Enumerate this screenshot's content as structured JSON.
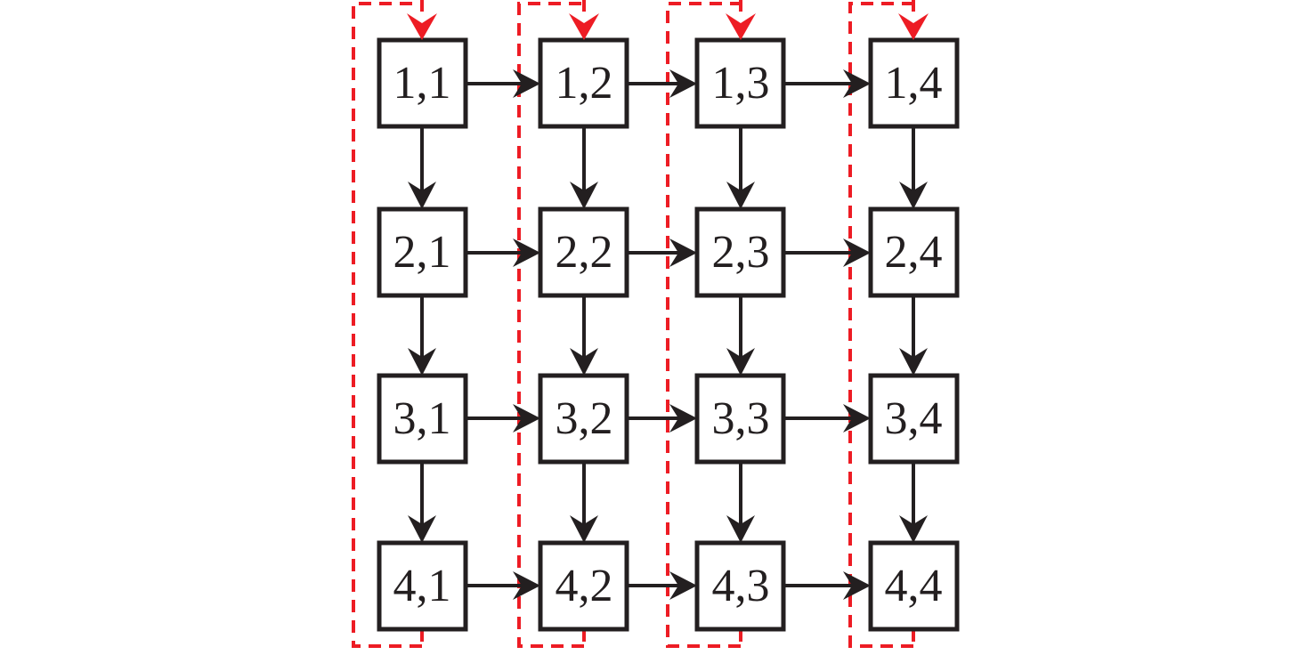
{
  "figure": {
    "type": "diagram",
    "description": "4x4 mesh array of nodes with rightward and downward black arrows between neighbors and a red dashed wrap-around feedback loop per column from the bottom node back into the top node",
    "rows": 4,
    "cols": 4,
    "node_labels": [
      [
        "1,1",
        "1,2",
        "1,3",
        "1,4"
      ],
      [
        "2,1",
        "2,2",
        "2,3",
        "2,4"
      ],
      [
        "3,1",
        "3,2",
        "3,3",
        "3,4"
      ],
      [
        "4,1",
        "4,2",
        "4,3",
        "4,4"
      ]
    ],
    "edges": {
      "horizontal_arrows": [
        "1,1→1,2",
        "1,2→1,3",
        "1,3→1,4",
        "2,1→2,2",
        "2,2→2,3",
        "2,3→2,4",
        "3,1→3,2",
        "3,2→3,3",
        "3,3→3,4",
        "4,1→4,2",
        "4,2→4,3",
        "4,3→4,4"
      ],
      "vertical_arrows": [
        "1,1→2,1",
        "2,1→3,1",
        "3,1→4,1",
        "1,2→2,2",
        "2,2→3,2",
        "3,2→4,2",
        "1,3→2,3",
        "2,3→3,3",
        "3,3→4,3",
        "1,4→2,4",
        "2,4→3,4",
        "3,4→4,4"
      ],
      "feedback_loops": [
        "4,1⇢1,1",
        "4,2⇢1,2",
        "4,3⇢1,3",
        "4,4⇢1,4"
      ]
    },
    "colors": {
      "line": "#231f20",
      "node_fill": "#ffffff",
      "feedback_red": "#ed1c24",
      "background": "#ffffff"
    }
  }
}
